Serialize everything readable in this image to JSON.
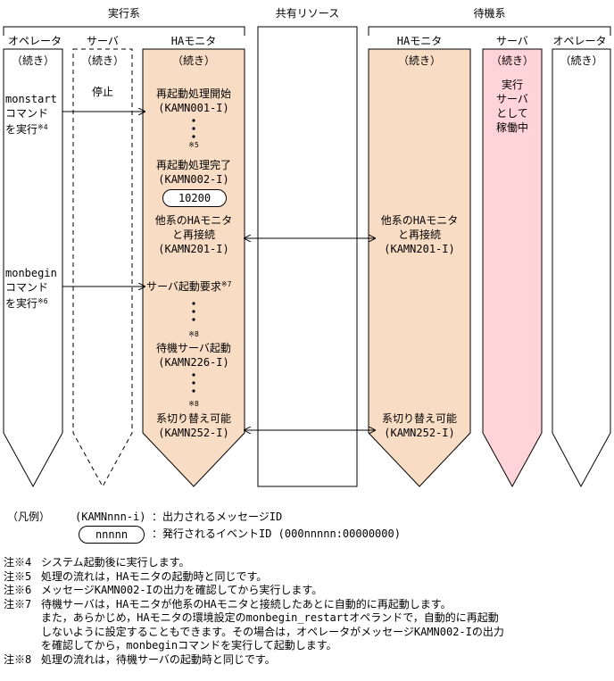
{
  "headers": {
    "active": "実行系",
    "shared": "共有リソース",
    "standby": "待機系"
  },
  "columns": {
    "operator_left": "オペレータ",
    "server_left": "サーバ",
    "ha_left": "HAモニタ",
    "ha_right": "HAモニタ",
    "server_right": "サーバ",
    "operator_right": "オペレータ"
  },
  "continued": "（続き）",
  "operator_left": {
    "cmd1": [
      "monstart",
      "コマンド",
      "を実行"
    ],
    "cmd1_note": "※4",
    "cmd2": [
      "monbegin",
      "コマンド",
      "を実行"
    ],
    "cmd2_note": "※6"
  },
  "server_left": {
    "state": "停止"
  },
  "ha_left": {
    "restart_start": [
      "再起動処理開始",
      "(KAMN001-I)"
    ],
    "note5": "※5",
    "restart_done": [
      "再起動処理完了",
      "(KAMN002-I)"
    ],
    "event_id": "10200",
    "reconnect": [
      "他系のHAモニタ",
      "と再接続",
      "(KAMN201-I)"
    ],
    "server_request": "サーバ起動要求",
    "note7": "※7",
    "note8a": "※8",
    "standby_start": [
      "待機サーバ起動",
      "(KAMN226-I)"
    ],
    "note8b": "※8",
    "switch_ok": [
      "系切り替え可能",
      "(KAMN252-I)"
    ]
  },
  "ha_right": {
    "reconnect": [
      "他系のHAモニタ",
      "と再接続",
      "(KAMN201-I)"
    ],
    "switch_ok": [
      "系切り替え可能",
      "(KAMN252-I)"
    ]
  },
  "server_right": {
    "state": [
      "実行",
      "サーバ",
      "として",
      "稼働中"
    ]
  },
  "legend": {
    "title": "（凡例）",
    "msg_example": "(KAMNnnn-i)",
    "msg_desc": "：出力されるメッセージID",
    "event_example": "nnnnn",
    "event_desc": "：発行されるイベントID (000nnnnn:00000000)"
  },
  "notes": [
    {
      "mark": "注※4",
      "text": [
        "システム起動後に実行します。"
      ]
    },
    {
      "mark": "注※5",
      "text": [
        "処理の流れは，HAモニタの起動時と同じです。"
      ]
    },
    {
      "mark": "注※6",
      "text": [
        "メッセージKAMN002-Iの出力を確認してから実行します。"
      ]
    },
    {
      "mark": "注※7",
      "text": [
        "待機サーバは，HAモニタが他系のHAモニタと接続したあとに自動的に再起動します。",
        "また，あらかじめ，HAモニタの環境設定のmonbegin_restartオペランドで，自動的に再起動",
        "しないように設定することもできます。その場合は，オペレータがメッセージKAMN002-Iの出力",
        "を確認してから，monbeginコマンドを実行して起動します。"
      ]
    },
    {
      "mark": "注※8",
      "text": [
        "処理の流れは，待機サーバの起動時と同じです。"
      ]
    }
  ],
  "colors": {
    "ha_fill": "#f8dcc4",
    "active_server_fill": "#ffd4d8",
    "stroke": "#000000"
  }
}
